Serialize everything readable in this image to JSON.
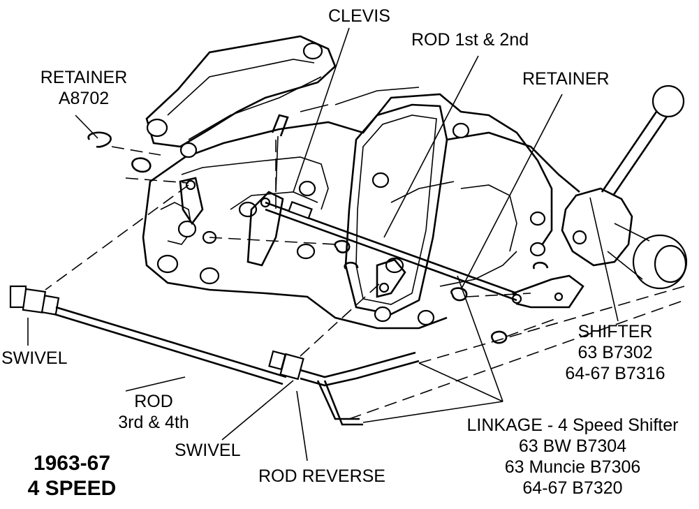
{
  "diagram": {
    "labels": {
      "clevis": "CLEVIS",
      "rod_1st_2nd": "ROD 1st & 2nd",
      "retainer_left_line1": "RETAINER",
      "retainer_left_line2": "A8702",
      "retainer_right": "RETAINER",
      "shifter_line1": "SHIFTER",
      "shifter_line2": "63  B7302",
      "shifter_line3": "64-67  B7316",
      "swivel_left": "SWIVEL",
      "rod_34_line1": "ROD",
      "rod_34_line2": "3rd & 4th",
      "swivel_bottom": "SWIVEL",
      "rod_reverse": "ROD REVERSE",
      "linkage_line1": "LINKAGE - 4 Speed Shifter",
      "linkage_line2": "63 BW  B7304",
      "linkage_line3": "63 Muncie  B7306",
      "linkage_line4": "64-67  B7320"
    },
    "title_line1": "1963-67",
    "title_line2": "4 SPEED"
  }
}
